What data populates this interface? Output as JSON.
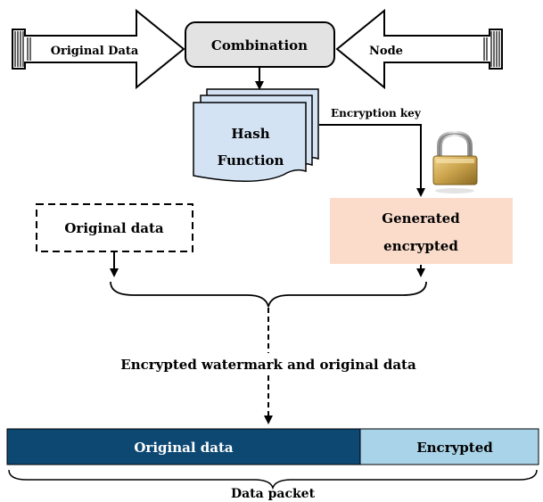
{
  "labels": {
    "original_data_in": "Original Data",
    "node": "Node",
    "combination": "Combination",
    "hash_line1": "Hash",
    "hash_line2": "Function",
    "encryption_key": "Encryption key",
    "original_data_box": "Original data",
    "generated_line1": "Generated",
    "generated_line2": "encrypted",
    "merge_caption": "Encrypted watermark and original data",
    "packet_original": "Original data",
    "packet_encrypted": "Encrypted",
    "packet_caption": "Data packet"
  },
  "colors": {
    "combination_fill": "#e3e3e3",
    "hash_fill": "#d4e3f4",
    "generated_fill": "#fbdccb",
    "packet_original_fill": "#0d4873",
    "packet_encrypted_fill": "#a9d3e8",
    "lock_body": "#c9a14a"
  },
  "icons": {
    "lock": "padlock-icon"
  }
}
